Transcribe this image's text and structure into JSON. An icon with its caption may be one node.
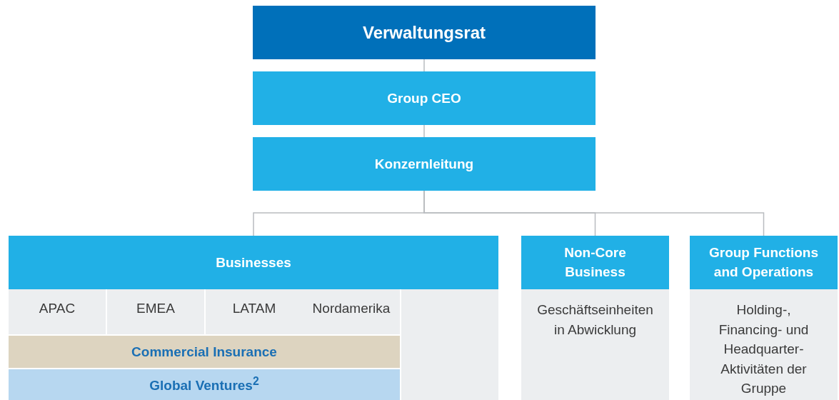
{
  "diagram": {
    "nodes": [
      {
        "text": [
          "Verwaltungsrat"
        ]
      },
      {
        "text": [
          "Group CEO"
        ]
      },
      {
        "text": [
          "Konzernleitung"
        ]
      },
      {
        "text": [
          "Businesses"
        ]
      },
      {
        "text": [
          "APAC"
        ]
      },
      {
        "text": [
          "EMEA"
        ]
      },
      {
        "text": [
          "LATAM"
        ]
      },
      {
        "text": [
          "Nordamerika"
        ]
      },
      {
        "text": [],
        "shape": "box"
      },
      {
        "text": [
          "Commercial Insurance"
        ]
      },
      {
        "text": [
          "Global Ventures$^{2}$"
        ]
      },
      {
        "text": [
          "Non-Core Business",
          "Geschäftseinheiten in Abwicklung"
        ]
      },
      {
        "text": [
          "Group Functions and Operations",
          "Holding-, Financing- und Headquarter-Aktivitäten der Gruppe"
        ]
      }
    ],
    "edges": [
      {
        "from": 0,
        "to": 1,
        "arrow": "none"
      },
      {
        "from": 1,
        "to": 2,
        "arrow": "none"
      },
      {
        "from": 2,
        "to": 3,
        "arrow": "none"
      },
      {
        "from": 2,
        "to": 11,
        "arrow": "none"
      },
      {
        "from": 2,
        "to": 12,
        "arrow": "none"
      }
    ]
  }
}
